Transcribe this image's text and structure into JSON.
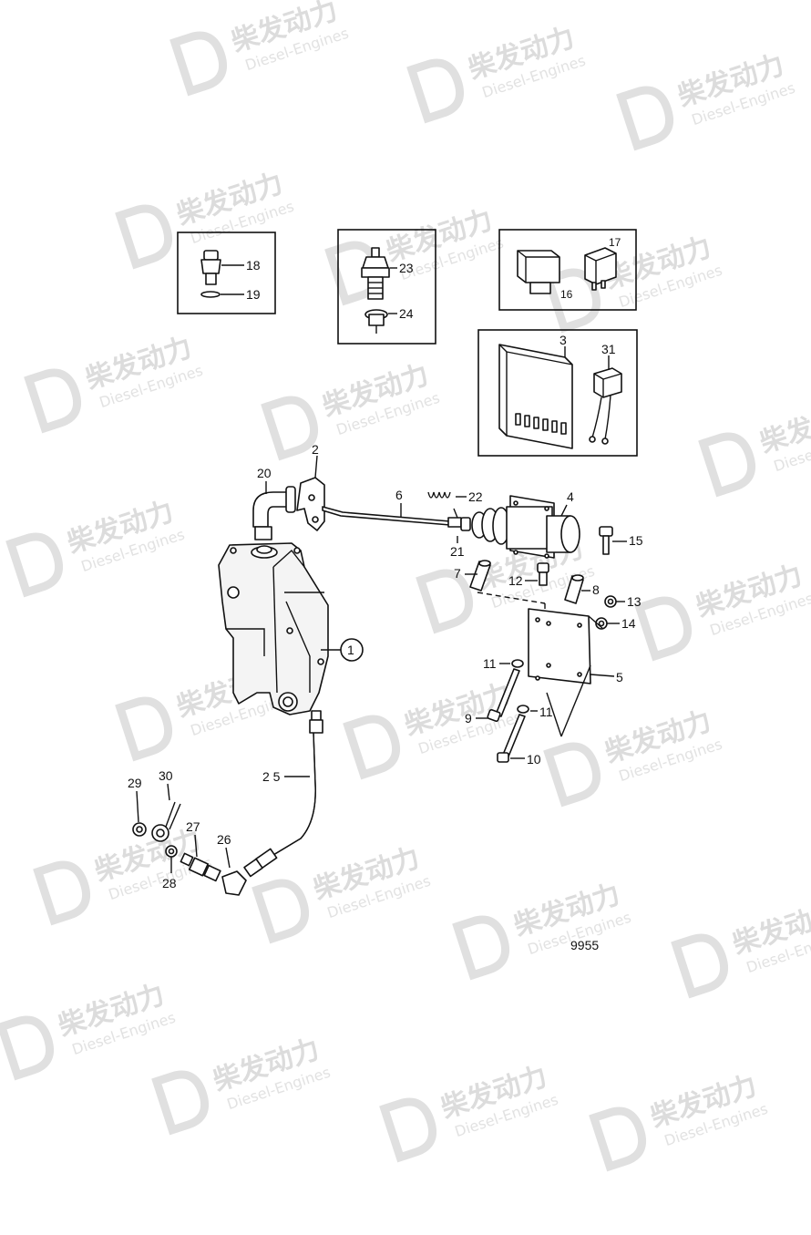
{
  "drawing_number": "9955",
  "watermark": {
    "brand": "柴发动力",
    "sub": "Diesel-Engines"
  },
  "callouts": {
    "c1": "1",
    "c2": "2",
    "c3": "3",
    "c4": "4",
    "c5": "5",
    "c6": "6",
    "c7": "7",
    "c8": "8",
    "c9": "9",
    "c10": "10",
    "c11a": "11",
    "c11b": "11",
    "c12": "12",
    "c13": "13",
    "c14": "14",
    "c15": "15",
    "c16": "16",
    "c17": "17",
    "c18": "18",
    "c19": "19",
    "c20": "20",
    "c21": "21",
    "c22": "22",
    "c23": "23",
    "c24": "24",
    "c25": "2 5",
    "c26": "26",
    "c27": "27",
    "c28": "28",
    "c29": "29",
    "c30": "30",
    "c31": "31"
  }
}
